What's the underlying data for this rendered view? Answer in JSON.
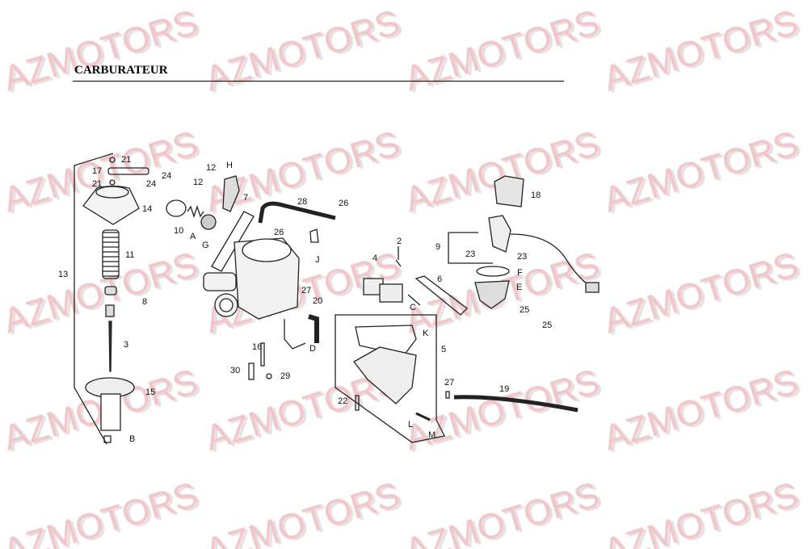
{
  "title": "CARBURATEUR",
  "watermark": "AZMOTORS",
  "watermark_color": "#f3c4c8",
  "callouts": [
    "21",
    "17",
    "21",
    "24",
    "24",
    "12",
    "12",
    "H",
    "7",
    "28",
    "26",
    "26",
    "J",
    "14",
    "10",
    "A",
    "G",
    "11",
    "13",
    "8",
    "3",
    "15",
    "B",
    "27",
    "20",
    "D",
    "16",
    "30",
    "29",
    "18",
    "9",
    "2",
    "4",
    "23",
    "23",
    "F",
    "E",
    "6",
    "C",
    "25",
    "25",
    "K",
    "5",
    "27",
    "19",
    "22",
    "L",
    "M"
  ]
}
